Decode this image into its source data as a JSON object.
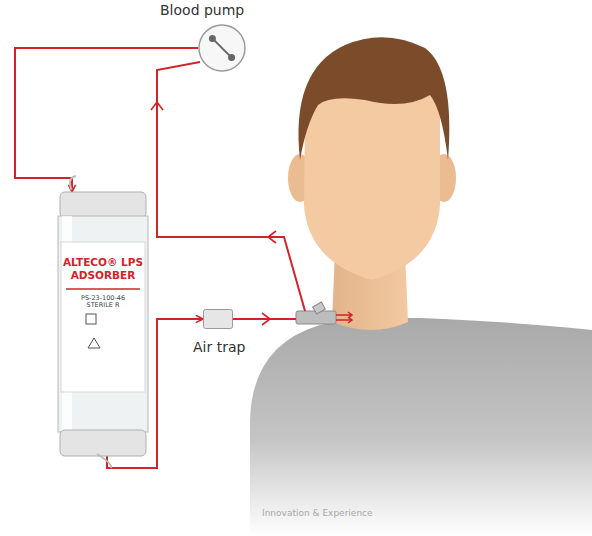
{
  "diagram": {
    "nodes": [
      {
        "text": [
          "Blood pump"
        ]
      },
      {
        "text": [
          "ALTECO® LPS ADSORBER",
          "PS-23-100-46",
          "STERILE R"
        ]
      },
      {
        "text": [
          "Air trap"
        ]
      }
    ],
    "edges": [
      {
        "from": 0,
        "to": 1,
        "arrow": "to"
      },
      {
        "from": 1,
        "to": 2,
        "arrow": "to"
      }
    ],
    "labels": [
      "Innovation & Experience"
    ]
  }
}
